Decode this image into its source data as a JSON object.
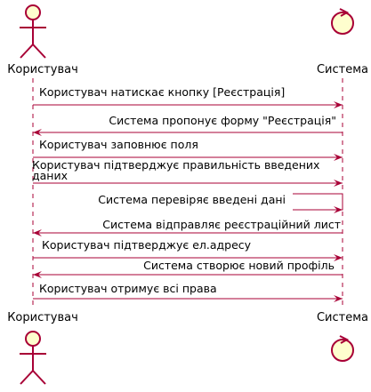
{
  "colors": {
    "arrow": "#a80036",
    "lifeline": "#a80036",
    "participant_fill": "#fefece",
    "text": "#000000",
    "background": "#ffffff"
  },
  "participants": [
    {
      "id": "user",
      "name": "Користувач",
      "icon": "actor-stick-figure-icon"
    },
    {
      "id": "system",
      "name": "Система",
      "icon": "control-circle-icon"
    }
  ],
  "messages": [
    {
      "from": "user",
      "to": "system",
      "label": "Користувач натискає кнопку [Реєстрація]"
    },
    {
      "from": "system",
      "to": "user",
      "label": "Система пропонує форму \"Реєстрація\""
    },
    {
      "from": "user",
      "to": "system",
      "label": "Користувач заповнює поля"
    },
    {
      "from": "user",
      "to": "system",
      "label_lines": [
        "Користувач підтверджує правильність введених",
        "даних"
      ]
    },
    {
      "from": "system",
      "to": "system",
      "label": "Система перевіряє введені дані"
    },
    {
      "from": "system",
      "to": "user",
      "label": "Система відправляє реєстраційний лист"
    },
    {
      "from": "user",
      "to": "system",
      "label": "Користувач підтверджує ел.адресу"
    },
    {
      "from": "system",
      "to": "user",
      "label": "Система створює новий профіль"
    },
    {
      "from": "user",
      "to": "system",
      "label": "Користувач отримує всі права"
    }
  ]
}
